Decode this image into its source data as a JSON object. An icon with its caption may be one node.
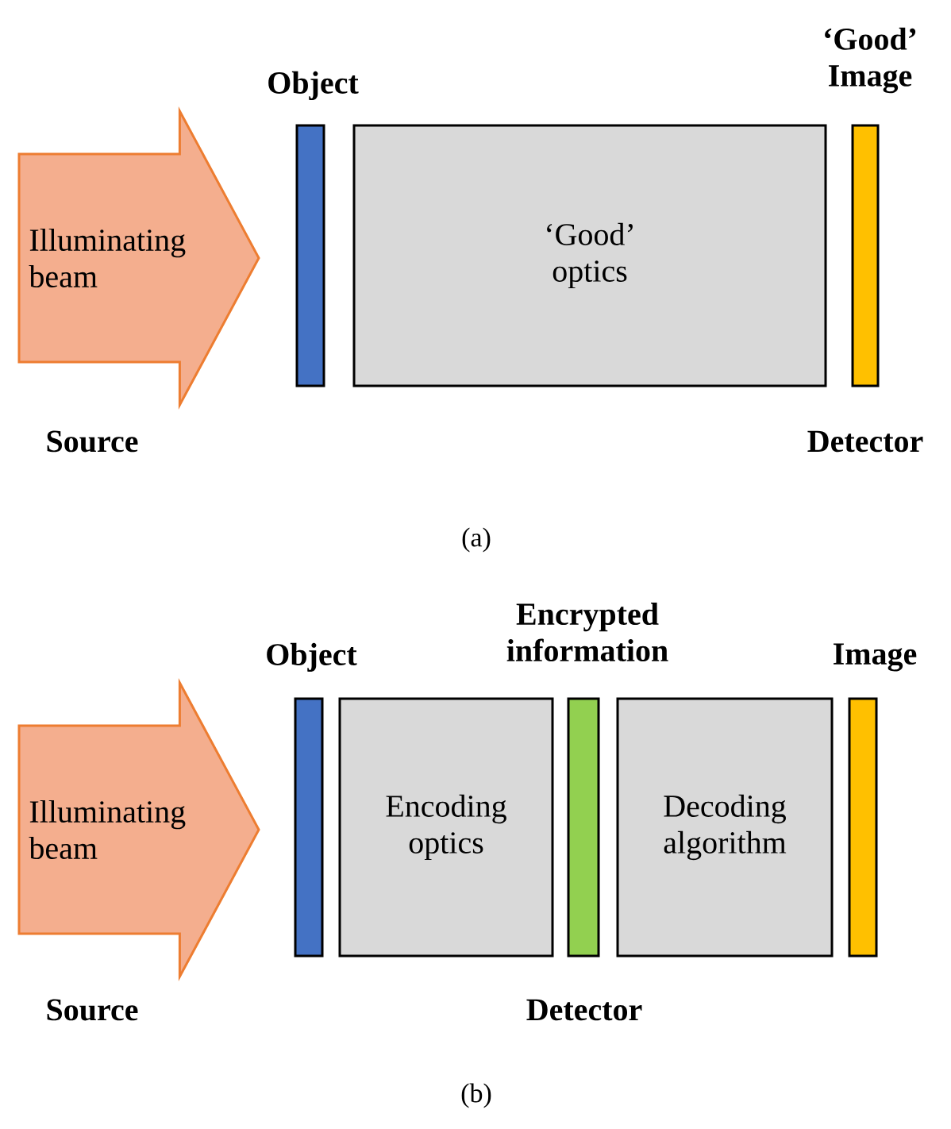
{
  "diagram": {
    "nodes": [
      {
        "text": [
          "Illuminating beam"
        ],
        "beside": [
          "Source"
        ]
      },
      {
        "text": [],
        "shape": "bar",
        "beside": [
          "Object"
        ]
      },
      {
        "text": [
          "‘Good’ optics"
        ]
      },
      {
        "text": [],
        "shape": "bar",
        "beside": [
          "‘Good’ Image",
          "Detector"
        ]
      },
      {
        "text": [
          "Illuminating beam"
        ],
        "beside": [
          "Source"
        ]
      },
      {
        "text": [],
        "shape": "bar",
        "beside": [
          "Object"
        ]
      },
      {
        "text": [
          "Encoding optics"
        ]
      },
      {
        "text": [],
        "shape": "bar",
        "beside": [
          "Encrypted information",
          "Detector"
        ]
      },
      {
        "text": [
          "Decoding algorithm"
        ]
      },
      {
        "text": [],
        "shape": "bar",
        "beside": [
          "Image"
        ]
      }
    ],
    "edges": [],
    "labels": [
      "(a)",
      "(b)"
    ]
  }
}
